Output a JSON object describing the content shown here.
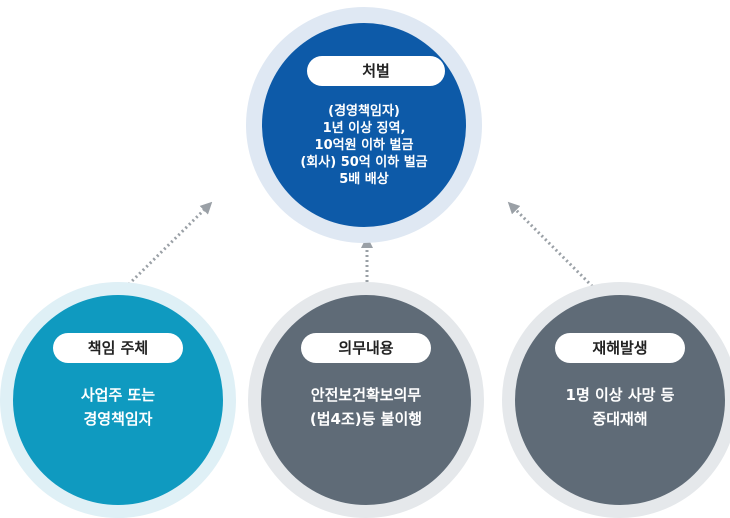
{
  "top": {
    "label": "처벌",
    "lines": [
      "(경영책임자)",
      "1년 이상 징역,",
      "10억원 이하 벌금",
      "(회사) 50억 이하 벌금",
      "5배 배상"
    ]
  },
  "nodes": [
    {
      "label": "책임 주체",
      "lines": [
        "사업주 또는",
        "경영책임자"
      ]
    },
    {
      "label": "의무내용",
      "lines": [
        "안전보건확보의무",
        "(법4조)등 불이행"
      ]
    },
    {
      "label": "재해발생",
      "lines": [
        "1명 이상 사망 등",
        "중대재해"
      ]
    }
  ],
  "colors": {
    "top_fill": "#0d5aa8",
    "left_fill": "#0f9ac0",
    "gray_fill": "#5f6b77",
    "arrow": "#9aa0a6"
  }
}
